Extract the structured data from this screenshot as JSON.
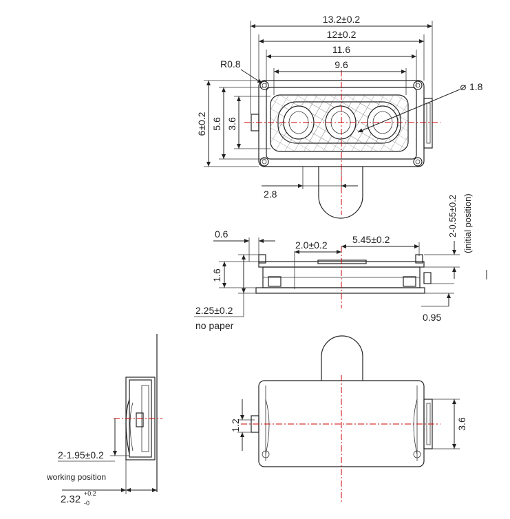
{
  "colors": {
    "line": "#222222",
    "centerline": "#d00000",
    "background": "#ffffff"
  },
  "top_view": {
    "overall_width": "13.2±0.2",
    "frame_width": "12±0.2",
    "inner_width": "11.6",
    "cavity_width": "9.6",
    "corner_radius": "R0.8",
    "hole_diameter": "1.8",
    "overall_height": "6±0.2",
    "inner_height": "5.6",
    "cavity_height": "3.6",
    "tab_offset": "2.8"
  },
  "side_view": {
    "flange_thickness": "0.6",
    "center_offset": "2.0±0.2",
    "terminal_distance": "5.45±0.2",
    "terminal_height_main": "2-0.55±0.2",
    "terminal_height_note": "(initial position)",
    "body_height": "1.6",
    "total_height": "2.25±0.2",
    "total_height_note": "no paper",
    "right_offset": "0.95"
  },
  "left_view": {
    "terminal_working": "2-1.95±0.2",
    "working_note": "working position",
    "thickness_base": "2.32",
    "thickness_sup": "+0.2",
    "thickness_sub": "-0"
  },
  "bottom_view": {
    "small_dim": "1.2",
    "height_dim": "3.6"
  }
}
